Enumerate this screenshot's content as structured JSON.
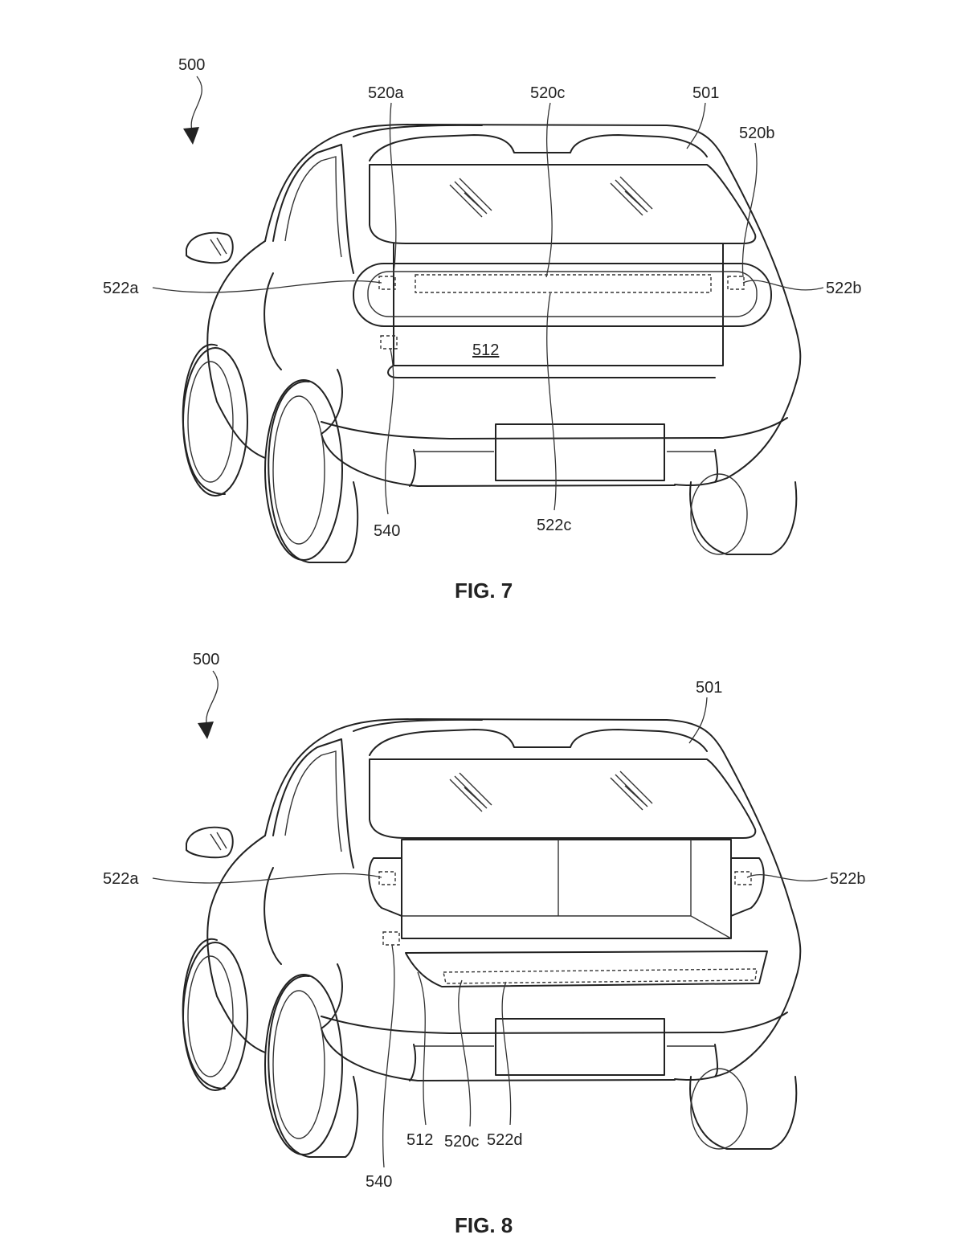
{
  "figures": [
    {
      "caption": "FIG. 7",
      "labels": {
        "vehicle": "500",
        "body": "501",
        "light_left": "520a",
        "light_center": "520c",
        "light_right": "520b",
        "lamp_left": "522a",
        "lamp_right": "522b",
        "lamp_center": "522c",
        "tailgate": "512",
        "sensor": "540"
      }
    },
    {
      "caption": "FIG. 8",
      "labels": {
        "vehicle": "500",
        "body": "501",
        "lamp_left": "522a",
        "lamp_right": "522b",
        "tailgate": "512",
        "light_center": "520c",
        "lamp_tailgate": "522d",
        "sensor": "540"
      }
    }
  ]
}
